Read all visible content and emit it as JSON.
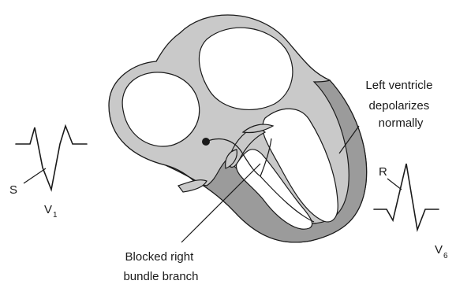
{
  "labels": {
    "left_ventricle": [
      "Left ventricle",
      "depolarizes",
      "normally"
    ],
    "blocked_branch": [
      "Blocked right",
      "bundle branch"
    ],
    "s_wave": "S",
    "r_wave": "R",
    "lead_v1": {
      "letter": "V",
      "index": "1"
    },
    "lead_v6": {
      "letter": "V",
      "index": "6"
    }
  },
  "colors": {
    "outer_wall": "#c9c9c9",
    "ventricle_wall": "#9b9b9b",
    "chamber": "#ffffff",
    "stroke": "#1a1a1a"
  }
}
